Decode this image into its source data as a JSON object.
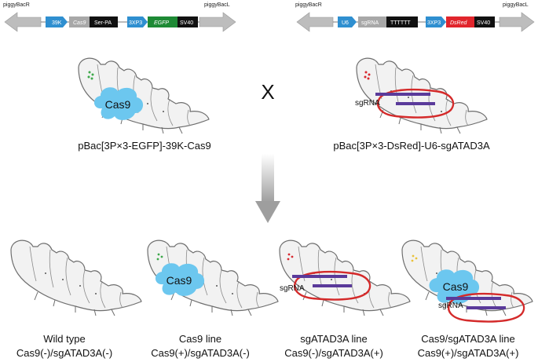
{
  "constructs": {
    "left": {
      "end_left": "piggyBacR",
      "end_right": "piggyBacL",
      "segments": [
        "39K",
        "Cas9",
        "Ser-PA",
        "3XP3",
        "EGFP",
        "SV40"
      ]
    },
    "right": {
      "end_left": "piggyBacR",
      "end_right": "piggyBacL",
      "segments": [
        "U6",
        "sgRNA",
        "TTTTTT",
        "3XP3",
        "DsRed",
        "SV40"
      ]
    }
  },
  "cross_symbol": "X",
  "parents": {
    "left": {
      "blob_label": "Cas9",
      "caption": "pBac[3P×3-EGFP]-39K-Cas9"
    },
    "right": {
      "rna_label": "sgRNA",
      "caption": "pBac[3P×3-DsRed]-U6-sgATAD3A"
    }
  },
  "offspring": [
    {
      "line1": "Wild type",
      "line2": "Cas9(-)/sgATAD3A(-)"
    },
    {
      "line1": "Cas9 line",
      "line2": "Cas9(+)/sgATAD3A(-)",
      "blob_label": "Cas9"
    },
    {
      "line1": "sgATAD3A line",
      "line2": "Cas9(-)/sgATAD3A(+)",
      "rna_label": "sgRNA"
    },
    {
      "line1": "Cas9/sgATAD3A line",
      "line2": "Cas9(+)/sgATAD3A(+)",
      "blob_label": "Cas9",
      "rna_label": "sgRNA"
    }
  ],
  "colors": {
    "promoter_blue": "#2f8fd0",
    "cas9_blob": "#6cc7ef",
    "egfp_green": "#1e8a35",
    "dsred_red": "#e1252c",
    "eye_green": "#3ca84a",
    "eye_red": "#d8282f",
    "eye_yellow": "#e9c23a",
    "rna_red": "#d42a2a",
    "rna_purple": "#5a3a9a",
    "arrow_gray": "#bdbdbd"
  }
}
